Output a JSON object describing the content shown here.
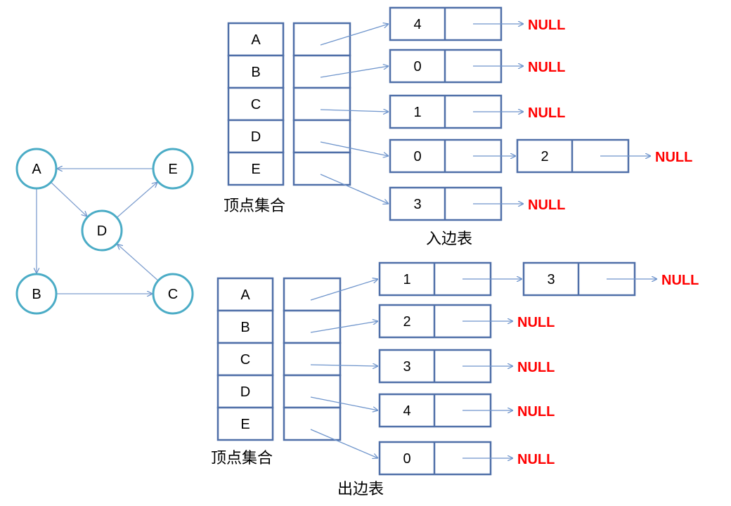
{
  "colors": {
    "node_stroke": "#4bacc6",
    "edge": "#7f9fcf",
    "cell_border": "#4f6fa8",
    "pointer": "#6f95cc",
    "null_text": "#ff0000"
  },
  "graph": {
    "nodes": [
      {
        "id": "A",
        "label": "A"
      },
      {
        "id": "E",
        "label": "E"
      },
      {
        "id": "D",
        "label": "D"
      },
      {
        "id": "B",
        "label": "B"
      },
      {
        "id": "C",
        "label": "C"
      }
    ],
    "edges": [
      {
        "from": "E",
        "to": "A"
      },
      {
        "from": "A",
        "to": "D"
      },
      {
        "from": "A",
        "to": "B"
      },
      {
        "from": "D",
        "to": "E"
      },
      {
        "from": "B",
        "to": "C"
      },
      {
        "from": "C",
        "to": "D"
      }
    ]
  },
  "in_edge_table": {
    "caption": "入边表",
    "vertex_caption": "顶点集合",
    "vertices": [
      "A",
      "B",
      "C",
      "D",
      "E"
    ],
    "lists": [
      [
        "4"
      ],
      [
        "0"
      ],
      [
        "1"
      ],
      [
        "0",
        "2"
      ],
      [
        "3"
      ]
    ],
    "null_label": "NULL"
  },
  "out_edge_table": {
    "caption": "出边表",
    "vertex_caption": "顶点集合",
    "vertices": [
      "A",
      "B",
      "C",
      "D",
      "E"
    ],
    "lists": [
      [
        "1",
        "3"
      ],
      [
        "2"
      ],
      [
        "3"
      ],
      [
        "4"
      ],
      [
        "0"
      ]
    ],
    "null_label": "NULL"
  }
}
